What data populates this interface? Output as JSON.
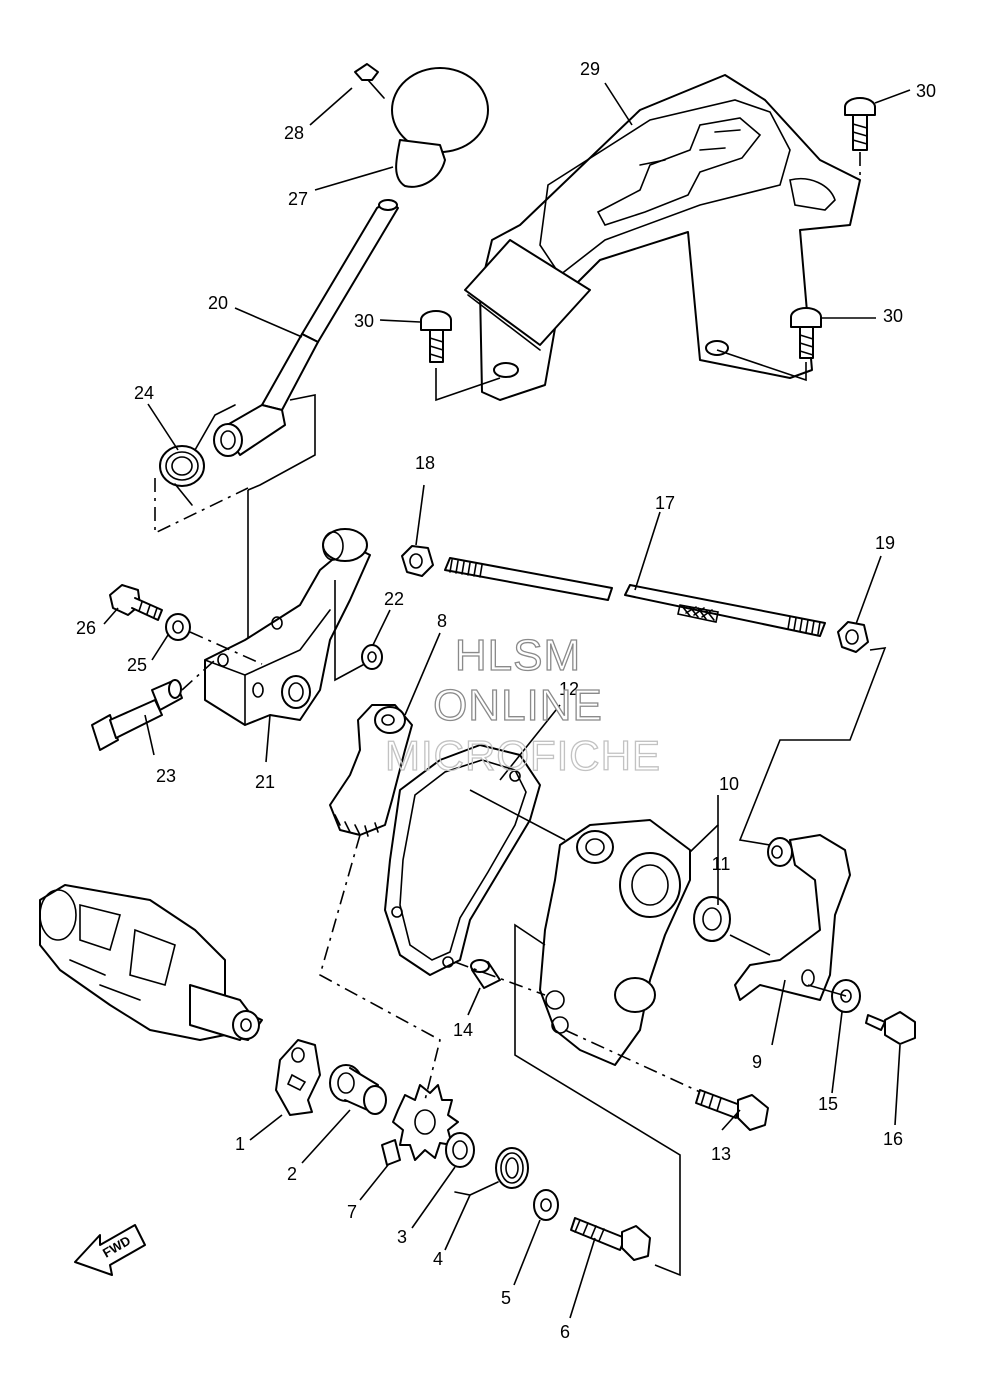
{
  "diagram": {
    "callouts": [
      "1",
      "2",
      "3",
      "4",
      "5",
      "6",
      "7",
      "8",
      "9",
      "10",
      "11",
      "12",
      "13",
      "14",
      "15",
      "16",
      "17",
      "18",
      "19",
      "20",
      "21",
      "22",
      "23",
      "24",
      "25",
      "26",
      "27",
      "28",
      "29",
      "30",
      "30",
      "30"
    ],
    "watermark": {
      "line1": "HLSM",
      "line2": "ONLINE",
      "line3": "MICROFICHE"
    },
    "direction_label": "FWD"
  }
}
